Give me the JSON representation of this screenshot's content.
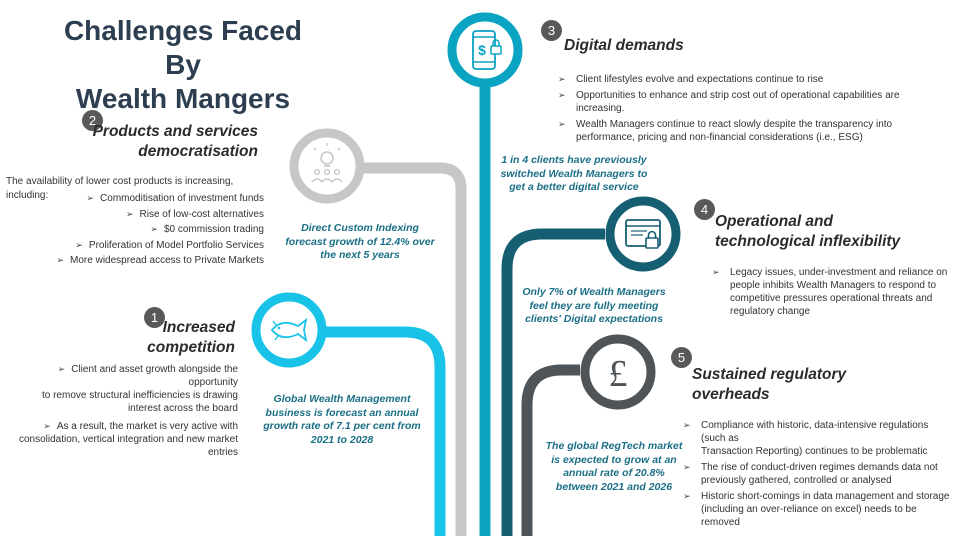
{
  "title": {
    "line1": "Challenges Faced By",
    "line2": "Wealth Mangers"
  },
  "colors": {
    "light_blue": "#19c3e8",
    "mid_blue": "#0aa3c2",
    "teal": "#165f73",
    "dark_grey": "#4f5458",
    "light_grey": "#c5c7c9",
    "badge": "#58595b",
    "stat_text": "#1a6f85"
  },
  "challenges": [
    {
      "number": "1",
      "heading_line1": "Increased",
      "heading_line2": "competition",
      "icon": "fish-icon",
      "stat": [
        "Global Wealth Management",
        "business is forecast an annual",
        "growth rate of 7.1 per cent from",
        "2021 to 2028"
      ],
      "bullets": [
        [
          "Client and asset growth alongside the opportunity",
          "to remove structural inefficiencies is drawing",
          "interest across the board"
        ],
        [
          "As a result, the market is very active with",
          "consolidation, vertical integration and new market",
          "entries"
        ]
      ]
    },
    {
      "number": "2",
      "heading_line1": "Products and services",
      "heading_line2": "democratisation",
      "icon": "lightbulb-people-icon",
      "stat": [
        "Direct Custom Indexing",
        "forecast growth of 12.4% over",
        "the next 5 years"
      ],
      "intro": "The availability of lower cost products is increasing, including:",
      "bullets": [
        "Commoditisation of investment funds",
        "Rise of low-cost alternatives",
        "$0 commission trading",
        "Proliferation of Model Portfolio Services",
        "More widespread access to Private Markets"
      ]
    },
    {
      "number": "3",
      "heading": "Digital demands",
      "icon": "mobile-payment-icon",
      "stat": [
        "1 in 4 clients have previously",
        "switched Wealth Managers to",
        "get a better digital service"
      ],
      "bullets": [
        [
          "Client lifestyles evolve and expectations continue to rise"
        ],
        [
          "Opportunities to enhance and strip cost out of operational capabilities are",
          "increasing."
        ],
        [
          "Wealth Managers continue to react slowly despite the transparency into",
          "performance, pricing and non-financial considerations (i.e., ESG)"
        ]
      ]
    },
    {
      "number": "4",
      "heading_line1": "Operational and",
      "heading_line2": "technological inflexibility",
      "icon": "browser-lock-icon",
      "stat": [
        "Only 7% of Wealth Managers",
        "feel they are fully meeting",
        "clients' Digital expectations"
      ],
      "bullets": [
        [
          "Legacy issues, under-investment and reliance on",
          "people inhibits Wealth Managers to respond to",
          "competitive pressures operational threats and",
          "regulatory change"
        ]
      ]
    },
    {
      "number": "5",
      "heading_line1": "Sustained regulatory",
      "heading_line2": "overheads",
      "icon": "pound-icon",
      "symbol": "£",
      "stat": [
        "The global RegTech market",
        "is expected to grow at an",
        "annual rate of 20.8%",
        "between 2021 and 2026"
      ],
      "bullets": [
        [
          "Compliance with historic, data-intensive regulations (such as",
          "Transaction Reporting) continues to be problematic"
        ],
        [
          "The rise of conduct-driven regimes demands data not",
          "previously gathered, controlled or analysed"
        ],
        [
          "Historic short-comings in data management and storage",
          "(including an over-reliance on excel) needs to be removed"
        ]
      ]
    }
  ]
}
